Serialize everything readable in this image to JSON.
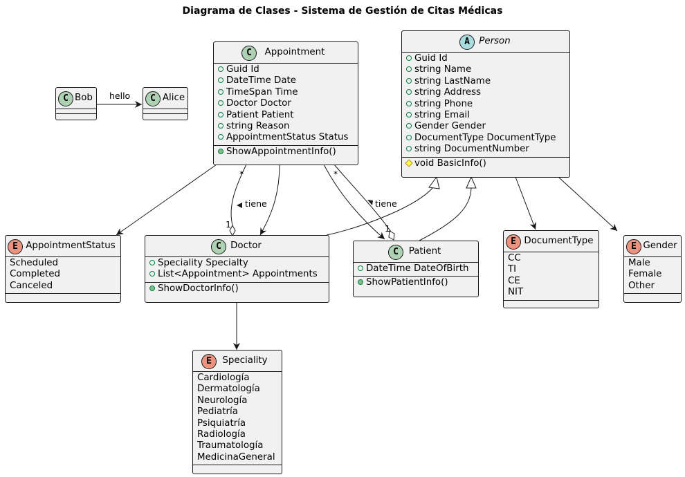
{
  "diagram": {
    "title": "Diagrama de Clases - Sistema de Gestión de Citas Médicas",
    "colors": {
      "class_badge": "#add1b2",
      "abstract_badge": "#a9dcdf",
      "enum_badge": "#eb937f",
      "box_fill": "#f1f1f1",
      "public_marker": "#038048",
      "protected_marker": "#ffff44"
    },
    "classes": {
      "bob": {
        "kind_letter": "C",
        "name": "Bob"
      },
      "alice": {
        "kind_letter": "C",
        "name": "Alice"
      },
      "appointment": {
        "kind_letter": "C",
        "name": "Appointment",
        "fields": [
          "Guid Id",
          "DateTime Date",
          "TimeSpan Time",
          "Doctor Doctor",
          "Patient Patient",
          "string Reason",
          "AppointmentStatus Status"
        ],
        "methods": [
          "ShowAppointmentInfo()"
        ]
      },
      "person": {
        "kind_letter": "A",
        "name": "Person",
        "fields": [
          "Guid Id",
          "string Name",
          "string LastName",
          "string Address",
          "string Phone",
          "string Email",
          "Gender Gender",
          "DocumentType DocumentType",
          "string DocumentNumber"
        ],
        "methods": [
          "void BasicInfo()"
        ]
      },
      "doctor": {
        "kind_letter": "C",
        "name": "Doctor",
        "fields": [
          "Speciality Specialty",
          "List<Appointment> Appointments"
        ],
        "methods": [
          "ShowDoctorInfo()"
        ]
      },
      "patient": {
        "kind_letter": "C",
        "name": "Patient",
        "fields": [
          "DateTime DateOfBirth"
        ],
        "methods": [
          "ShowPatientInfo()"
        ]
      }
    },
    "enums": {
      "appointment_status": {
        "kind_letter": "E",
        "name": "AppointmentStatus",
        "values": [
          "Scheduled",
          "Completed",
          "Canceled"
        ]
      },
      "document_type": {
        "kind_letter": "E",
        "name": "DocumentType",
        "values": [
          "CC",
          "TI",
          "CE",
          "NIT"
        ]
      },
      "gender": {
        "kind_letter": "E",
        "name": "Gender",
        "values": [
          "Male",
          "Female",
          "Other"
        ]
      },
      "speciality": {
        "kind_letter": "E",
        "name": "Speciality",
        "values": [
          "Cardiología",
          "Dermatología",
          "Neurología",
          "Pediatría",
          "Psiquiatría",
          "Radiología",
          "Traumatología",
          "MedicinaGeneral"
        ]
      }
    },
    "edge_labels": {
      "bob_alice": "hello",
      "doctor_tiene": "tiene",
      "patient_tiene": "tiene",
      "doctor_mult_appt": "*",
      "doctor_mult_doc": "1",
      "patient_mult_appt": "*",
      "patient_mult_pat": "1"
    }
  }
}
